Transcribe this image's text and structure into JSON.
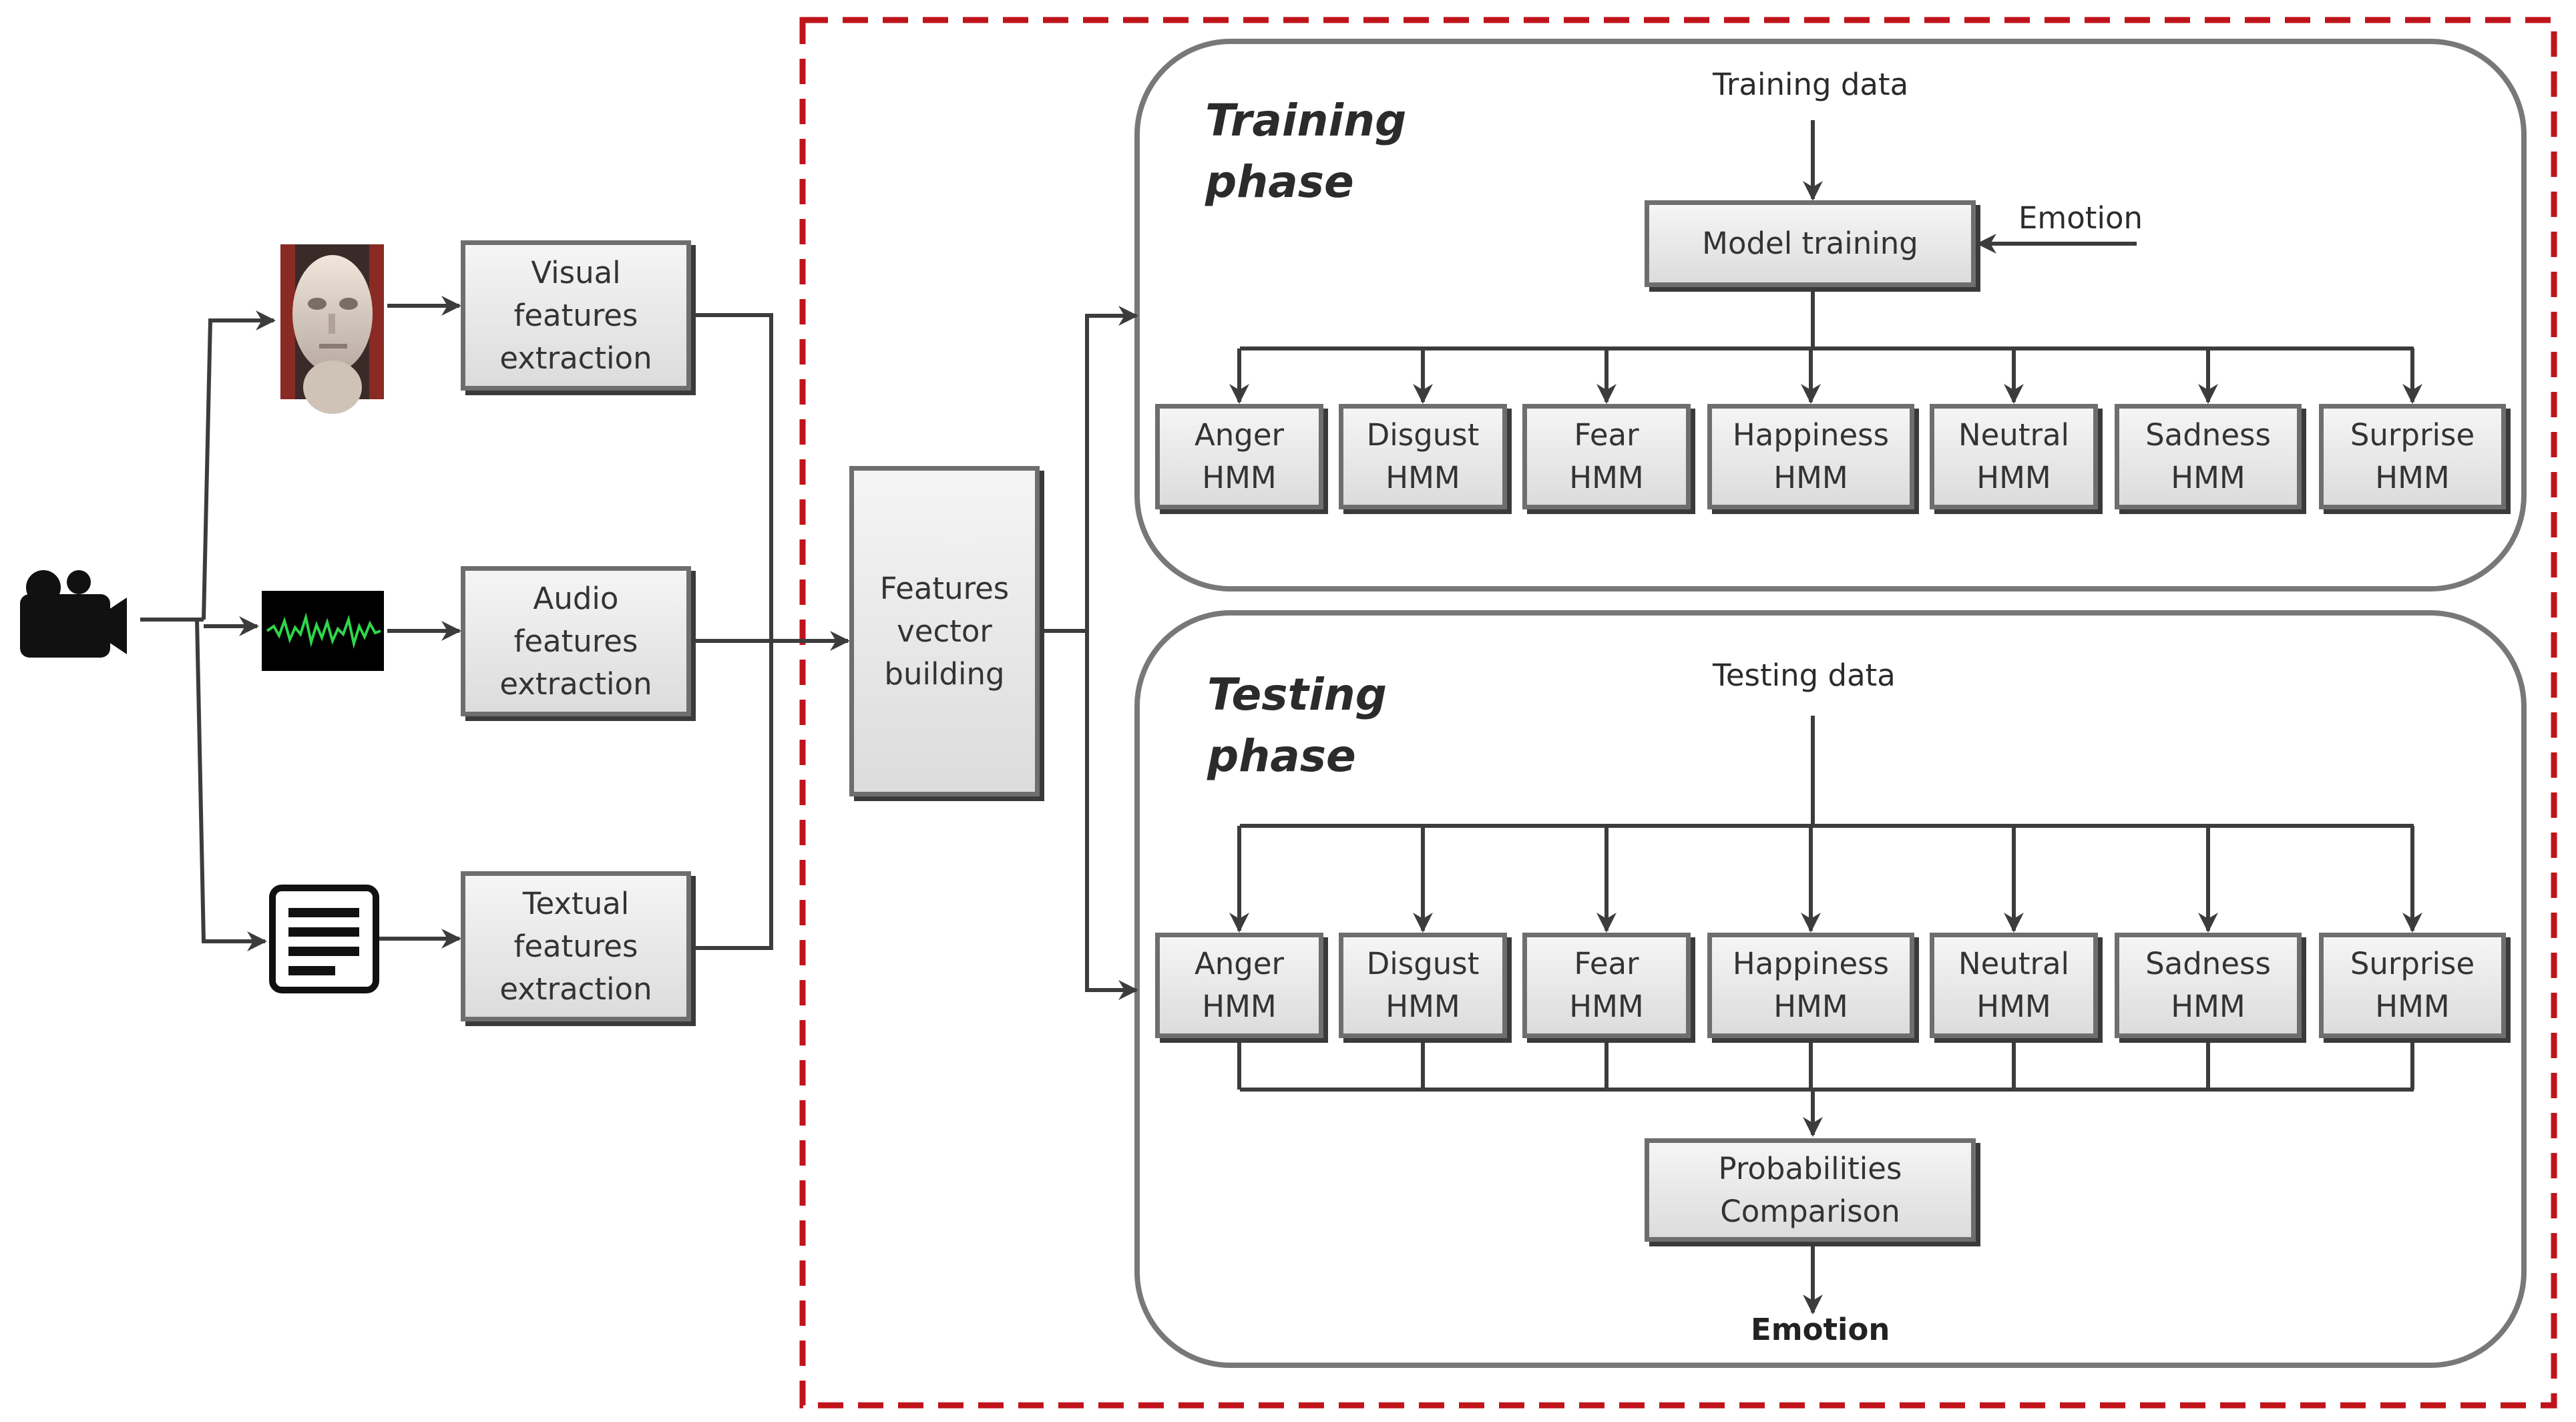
{
  "extractors": {
    "visual": {
      "lines": [
        "Visual",
        "features",
        "extraction"
      ]
    },
    "audio": {
      "lines": [
        "Audio",
        "features",
        "extraction"
      ]
    },
    "textual": {
      "lines": [
        "Textual",
        "features",
        "extraction"
      ]
    }
  },
  "features_vector": {
    "lines": [
      "Features",
      "vector",
      "building"
    ]
  },
  "training": {
    "phase_lines": [
      "Training",
      "phase"
    ],
    "data_label": "Training data",
    "model_training": "Model training",
    "emotion_input": "Emotion",
    "hmms": [
      {
        "name": "Anger",
        "suffix": "HMM"
      },
      {
        "name": "Disgust",
        "suffix": "HMM"
      },
      {
        "name": "Fear",
        "suffix": "HMM"
      },
      {
        "name": "Happiness",
        "suffix": "HMM"
      },
      {
        "name": "Neutral",
        "suffix": "HMM"
      },
      {
        "name": "Sadness",
        "suffix": "HMM"
      },
      {
        "name": "Surprise",
        "suffix": "HMM"
      }
    ]
  },
  "testing": {
    "phase_lines": [
      "Testing",
      "phase"
    ],
    "data_label": "Testing data",
    "hmms": [
      {
        "name": "Anger",
        "suffix": "HMM"
      },
      {
        "name": "Disgust",
        "suffix": "HMM"
      },
      {
        "name": "Fear",
        "suffix": "HMM"
      },
      {
        "name": "Happiness",
        "suffix": "HMM"
      },
      {
        "name": "Neutral",
        "suffix": "HMM"
      },
      {
        "name": "Sadness",
        "suffix": "HMM"
      },
      {
        "name": "Surprise",
        "suffix": "HMM"
      }
    ],
    "comparison_lines": [
      "Probabilities",
      "Comparison"
    ],
    "output": "Emotion"
  },
  "icons": {
    "camera": "video-camera-icon",
    "face": "face-image-icon",
    "audio": "audio-waveform-icon",
    "text": "text-document-icon"
  },
  "colors": {
    "dashed_border": "#c0141b",
    "box_border": "#6e6e6e",
    "panel_border": "#787878",
    "arrow": "#3c3c3c",
    "waveform": "#2fd64a"
  }
}
